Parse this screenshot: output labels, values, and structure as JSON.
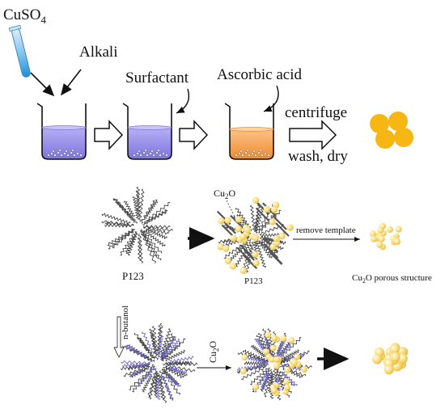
{
  "top_row": {
    "reagent": "CuSO",
    "reagent_subscript": "4",
    "alkali": "Alkali",
    "surfactant": "Surfactant",
    "ascorbic": "Ascorbic acid",
    "centrifuge": "centrifuge",
    "wash_dry": "wash, dry"
  },
  "p123_row": {
    "cu2o_label_base": "Cu",
    "cu2o_label_sub": "2",
    "cu2o_label_tail": "O",
    "p123_left": "P123",
    "p123_right": "P123",
    "remove_template": "remove template",
    "porous_base": "Cu",
    "porous_sub": "2",
    "porous_tail": "O porous structure"
  },
  "butanol_row": {
    "n_butanol": "n-butanol",
    "cu2o_base": "Cu",
    "cu2o_sub": "2",
    "cu2o_tail": "O"
  },
  "colors": {
    "solution_blue": "#8f86e6",
    "solution_orange": "#f5a04a",
    "particle_gold": "#f6b614",
    "sphere_light": "#f8dc7a",
    "butanol_chain": "#6a63d6"
  }
}
